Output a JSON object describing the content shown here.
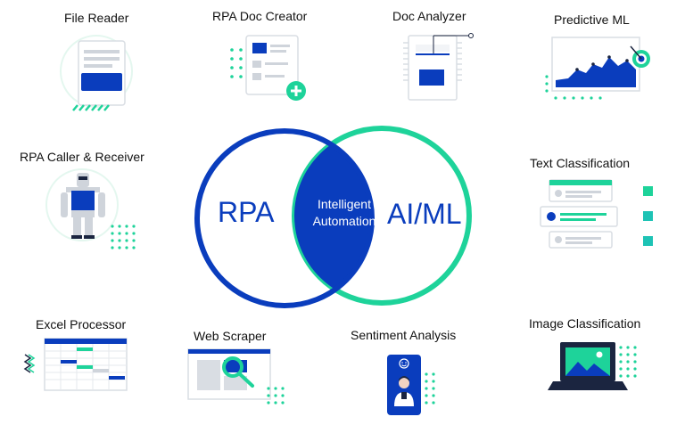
{
  "colors": {
    "blue": "#0a3dbd",
    "green": "#1ed39a",
    "grey": "#d9dde3",
    "dark": "#1b2540"
  },
  "venn": {
    "left_label": "RPA",
    "right_label": "AI/ML",
    "center_line1": "Intelligent",
    "center_line2": "Automation"
  },
  "labels": {
    "file_reader": "File Reader",
    "doc_creator": "RPA Doc Creator",
    "doc_analyzer": "Doc Analyzer",
    "predictive_ml": "Predictive ML",
    "caller_receiver": "RPA Caller & Receiver",
    "text_classification": "Text Classification",
    "excel_processor": "Excel Processor",
    "web_scraper": "Web Scraper",
    "sentiment_analysis": "Sentiment Analysis",
    "image_classification": "Image Classification"
  }
}
